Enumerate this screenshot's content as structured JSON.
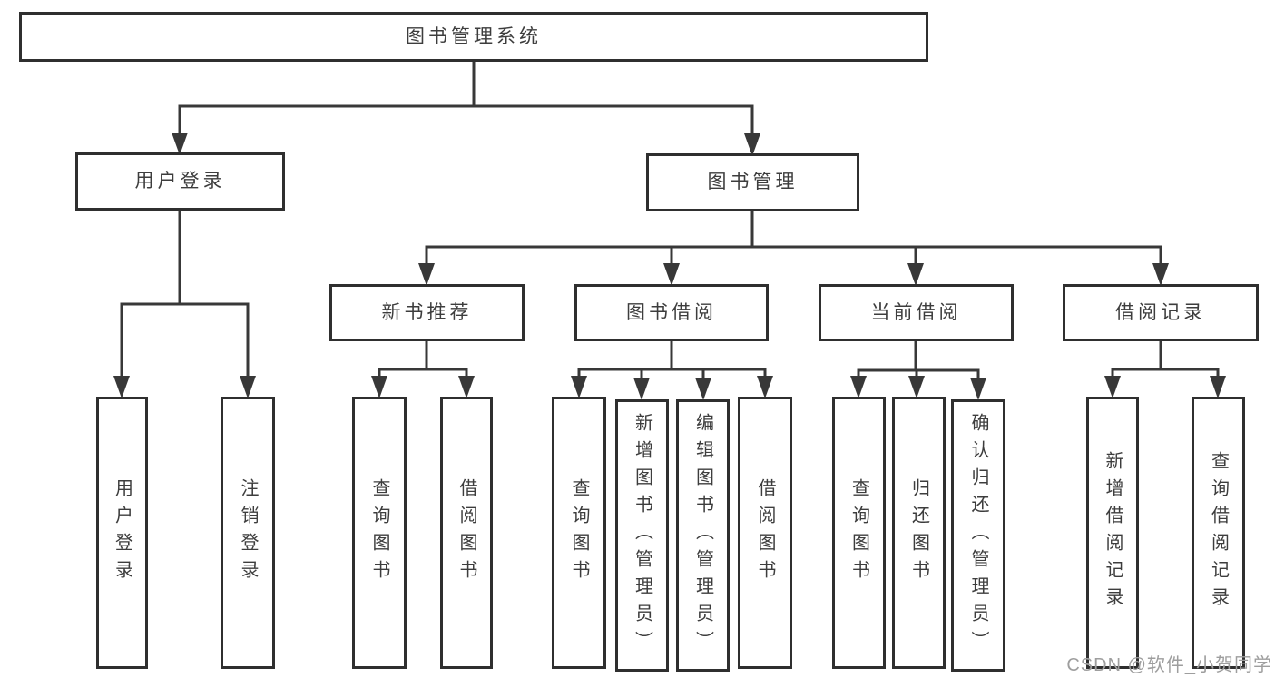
{
  "diagram": {
    "root": {
      "label": "图书管理系统"
    },
    "branches": [
      {
        "label": "用户登录",
        "children": [
          {
            "label": "用户登录"
          },
          {
            "label": "注销登录"
          }
        ]
      },
      {
        "label": "图书管理",
        "children": [
          {
            "label": "新书推荐",
            "children": [
              {
                "label": "查询图书"
              },
              {
                "label": "借阅图书"
              }
            ]
          },
          {
            "label": "图书借阅",
            "children": [
              {
                "label": "查询图书"
              },
              {
                "label": "新增图书（管理员）"
              },
              {
                "label": "编辑图书（管理员）"
              },
              {
                "label": "借阅图书"
              }
            ]
          },
          {
            "label": "当前借阅",
            "children": [
              {
                "label": "查询图书"
              },
              {
                "label": "归还图书"
              },
              {
                "label": "确认归还（管理员）"
              }
            ]
          },
          {
            "label": "借阅记录",
            "children": [
              {
                "label": "新增借阅记录"
              },
              {
                "label": "查询借阅记录"
              }
            ]
          }
        ]
      }
    ]
  },
  "watermark": "CSDN @软件_小贺同学",
  "colors": {
    "line": "#383838",
    "box_border": "#2f2f2f",
    "text": "#3d3d3d",
    "watermark": "#9e9e9e",
    "background": "#ffffff"
  }
}
